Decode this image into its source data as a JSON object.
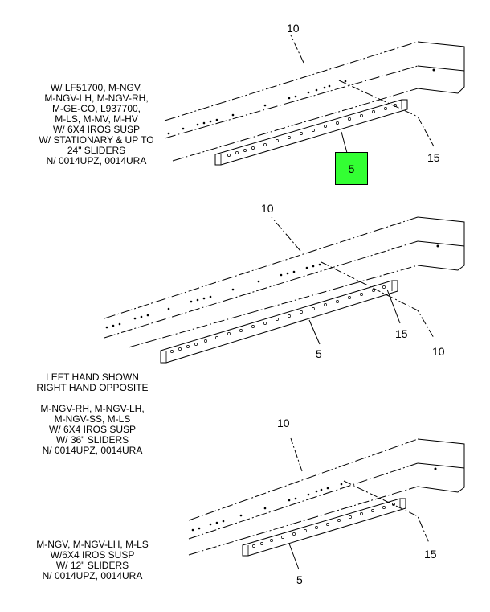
{
  "highlight": {
    "label": "5",
    "color": "#33ff33"
  },
  "views": [
    {
      "note": "W/ LF51700, M-NGV,\nM-NGV-LH, M-NGV-RH,\nM-GE-CO, L937700,\nM-LS, M-MV, M-HV\nW/ 6X4 IROS SUSP\nW/ STATIONARY & UP TO\n24\" SLIDERS\nN/ 0014UPZ, 0014URA",
      "callouts": {
        "frame": "10",
        "bracket": "15",
        "rail": "5"
      }
    },
    {
      "note": "LEFT HAND SHOWN\nRIGHT HAND OPPOSITE\n\nM-NGV-RH, M-NGV-LH,\nM-NGV-SS, M-LS\nW/ 6X4 IROS SUSP\nW/ 36\" SLIDERS\nN/ 0014UPZ, 0014URA",
      "callouts": {
        "frame": "10",
        "bracket": "15",
        "rail": "5",
        "frame_end": "10"
      }
    },
    {
      "note": "M-NGV, M-NGV-LH, M-LS\nW/6X4 IROS SUSP\nW/ 12\" SLIDERS\nN/ 0014UPZ, 0014URA",
      "callouts": {
        "frame": "10",
        "bracket": "15",
        "rail": "5"
      }
    }
  ]
}
